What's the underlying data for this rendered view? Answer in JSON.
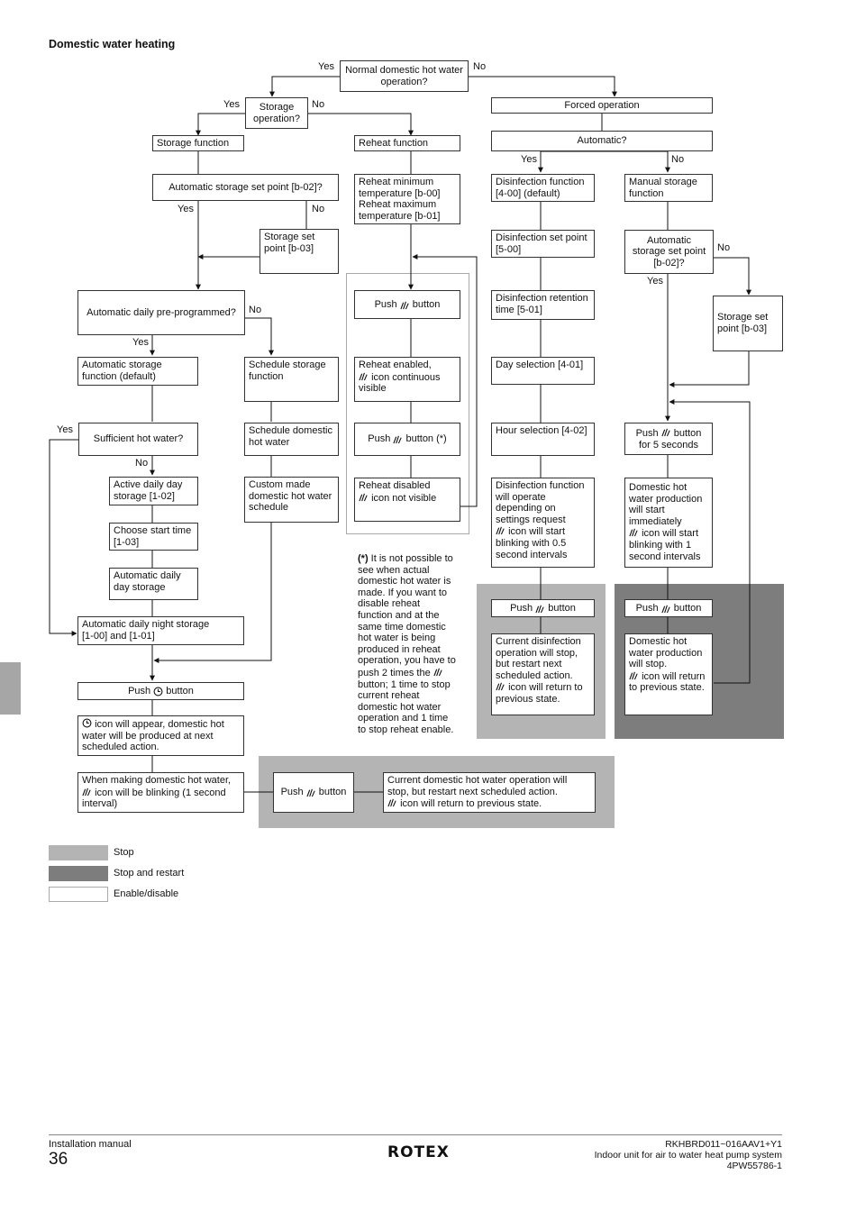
{
  "title": "Domestic water heating",
  "nodes": {
    "normal_q": "Normal domestic hot water\noperation?",
    "storage_q": "Storage\noperation?",
    "forced": "Forced operation",
    "storage_function": "Storage function",
    "reheat_function": "Reheat function",
    "automatic_q": "Automatic?",
    "auto_setpoint_q": "Automatic storage set point [b-02]?",
    "reheat_temps": "Reheat minimum\ntemperature [b-00]\nReheat maximum\ntemperature [b-01]",
    "disinfection_function": "Disinfection function\n[4-00] (default)",
    "manual_storage": "Manual storage\nfunction",
    "storage_setpoint": "Storage set\npoint [b-03]",
    "disinfection_setpoint": "Disinfection set point\n[5-00]",
    "auto_setpoint_q2": "Automatic\nstorage set point\n[b-02]?",
    "daily_preprog_q": "Automatic daily pre-programmed?",
    "push_btn_1": "Push",
    "push_btn_1b": "button",
    "retention_time": "Disinfection retention\ntime [5-01]",
    "storage_setpoint2": "Storage set\npoint [b-03]",
    "auto_storage_default": "Automatic storage\nfunction (default)",
    "schedule_storage": "Schedule storage\nfunction",
    "reheat_enabled_1": "Reheat enabled,",
    "reheat_enabled_2": "icon continuous\nvisible",
    "day_selection": "Day selection [4-01]",
    "sufficient_q": "Sufficient hot water?",
    "schedule_dhw": "Schedule domestic\nhot water",
    "push_btn_2": "Push",
    "push_btn_2b": "button (*)",
    "hour_selection": "Hour selection [4-02]",
    "push_5s_a": "Push",
    "push_5s_b": "button\nfor 5 seconds",
    "active_daily": "Active daily day\nstorage [1-02]",
    "custom_schedule": "Custom made\ndomestic hot water\nschedule",
    "reheat_disabled_1": "Reheat disabled",
    "reheat_disabled_2": "icon not visible",
    "disinfection_operate_1": "Disinfection function\nwill operate\ndepending on\nsettings request",
    "disinfection_operate_2": "icon will start\nblinking with 0.5\nsecond intervals",
    "dhw_start_1": "Domestic hot\nwater production\nwill start\nimmediately",
    "dhw_start_2": "icon will start\nblinking with 1\nsecond intervals",
    "choose_start": "Choose start time\n[1-03]",
    "auto_daily_day": "Automatic daily\nday storage",
    "push_btn_3": "Push",
    "push_btn_3b": "button",
    "push_btn_4": "Push",
    "push_btn_4b": "button",
    "night_storage": "Automatic daily night storage\n[1-00] and [1-01]",
    "disinfection_stop_1": "Current disinfection\noperation will stop,\nbut restart next\nscheduled action.",
    "disinfection_stop_2": "icon will return to\nprevious state.",
    "dhw_stop_1": "Domestic hot\nwater production\nwill stop.",
    "dhw_stop_2": "icon will return\nto previous state.",
    "push_clock": "Push",
    "push_clock_b": "button",
    "clock_appear_b": "icon will appear, domestic hot\nwater will be produced at next\nscheduled action.",
    "making_dhw_1": "When making domestic hot water,",
    "making_dhw_2": "icon will be blinking (1 second\ninterval)",
    "push_btn_5": "Push",
    "push_btn_5b": "button",
    "current_dhw_stop_1": "Current domestic hot water operation will\nstop, but restart next scheduled action.",
    "current_dhw_stop_2": "icon will return to previous state."
  },
  "note": {
    "marker": "(*)",
    "text_1": " It is not possible to\nsee when actual\ndomestic hot water is\nmade. If you want to\ndisable reheat\nfunction and at the\nsame time domestic\nhot water is being\nproduced in reheat\noperation, you have to\npush 2 times the",
    "text_2": "\nbutton; 1 time to stop\ncurrent reheat\ndomestic hot water\noperation and 1 time\nto stop reheat enable."
  },
  "edge_labels": {
    "yes": "Yes",
    "no": "No"
  },
  "legend": [
    {
      "label": "Stop",
      "color": "#b4b4b4"
    },
    {
      "label": "Stop and restart",
      "color": "#7d7d7d"
    },
    {
      "label": "Enable/disable",
      "color": "#ffffff"
    }
  ],
  "footer": {
    "manual": "Installation manual",
    "page": "36",
    "brand": "ROTEX",
    "model": "RKHBRD011~016AAV1+Y1",
    "description": "Indoor unit for air to water heat pump system",
    "doc_no": "4PW55786-1"
  }
}
